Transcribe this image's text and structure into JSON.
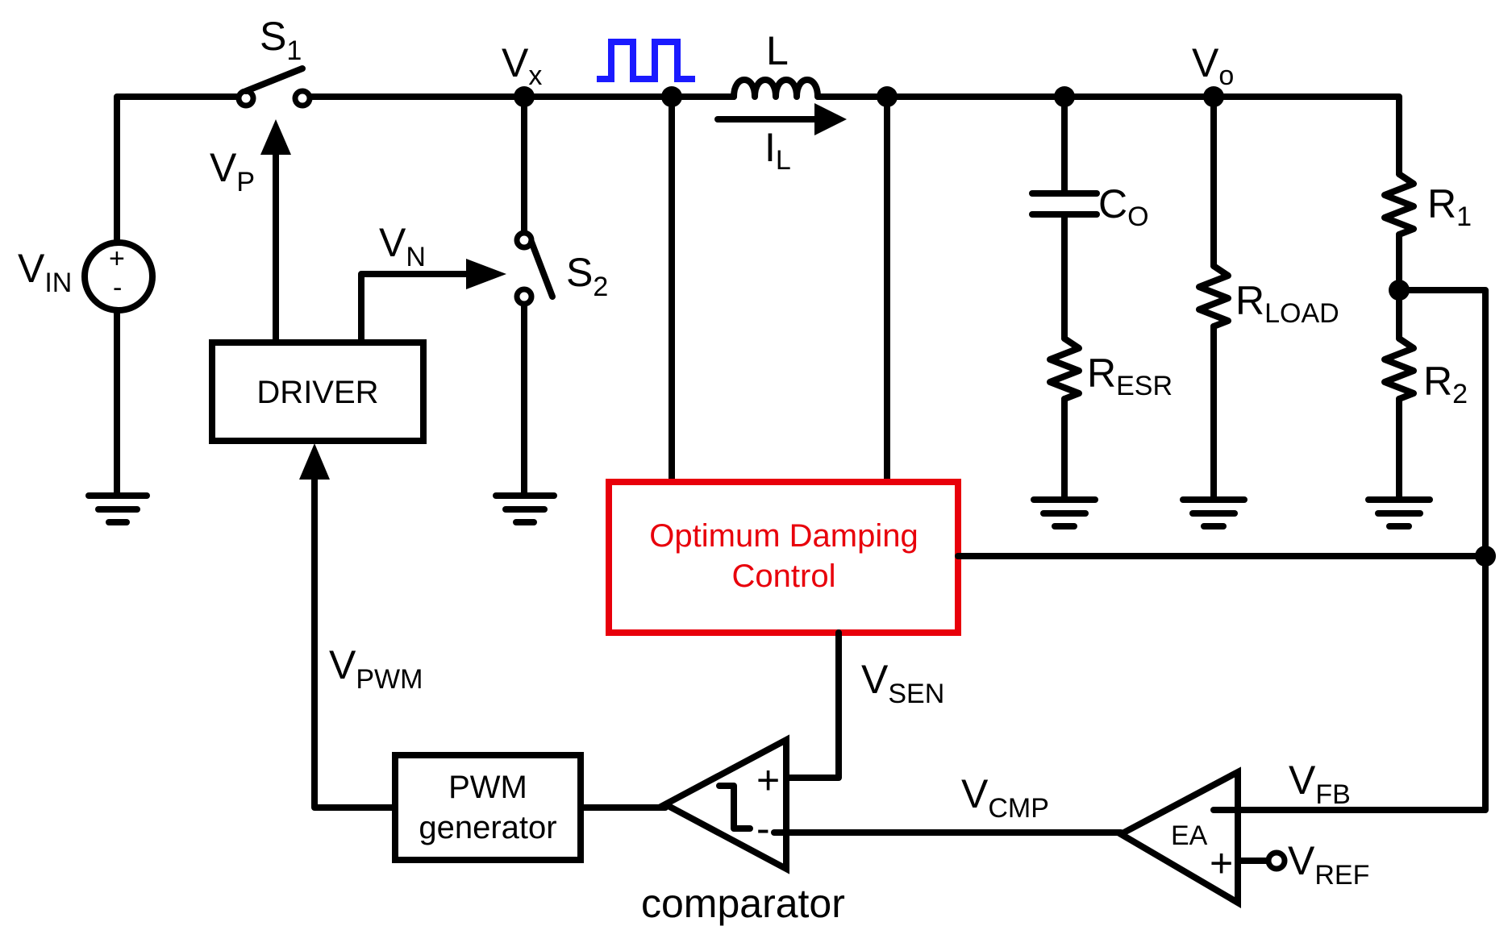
{
  "labels": {
    "s1": {
      "main": "S",
      "sub": "1"
    },
    "s2": {
      "main": "S",
      "sub": "2"
    },
    "vx": {
      "main": "V",
      "sub": "x"
    },
    "l": "L",
    "il": {
      "main": "I",
      "sub": "L"
    },
    "vo": {
      "main": "V",
      "sub": "o"
    },
    "vin": {
      "main": "V",
      "sub": "IN"
    },
    "vp": {
      "main": "V",
      "sub": "P"
    },
    "vn": {
      "main": "V",
      "sub": "N"
    },
    "co": {
      "main": "C",
      "sub": "O"
    },
    "resr": {
      "main": "R",
      "sub": "ESR"
    },
    "rload": {
      "main": "R",
      "sub": "LOAD"
    },
    "r1": {
      "main": "R",
      "sub": "1"
    },
    "r2": {
      "main": "R",
      "sub": "2"
    },
    "vpwm": {
      "main": "V",
      "sub": "PWM"
    },
    "vsen": {
      "main": "V",
      "sub": "SEN"
    },
    "vcmp": {
      "main": "V",
      "sub": "CMP"
    },
    "vfb": {
      "main": "V",
      "sub": "FB"
    },
    "vref": {
      "main": "V",
      "sub": "REF"
    },
    "comparator": "comparator",
    "ea": "EA",
    "plus": "+",
    "minus": "-"
  },
  "blocks": {
    "driver": "DRIVER",
    "pwm_line1": "PWM",
    "pwm_line2": "generator",
    "odc_line1": "Optimum Damping",
    "odc_line2": "Control"
  },
  "colors": {
    "wire": "#000000",
    "highlight": "#e8000b",
    "pulse": "#1a1aff"
  }
}
